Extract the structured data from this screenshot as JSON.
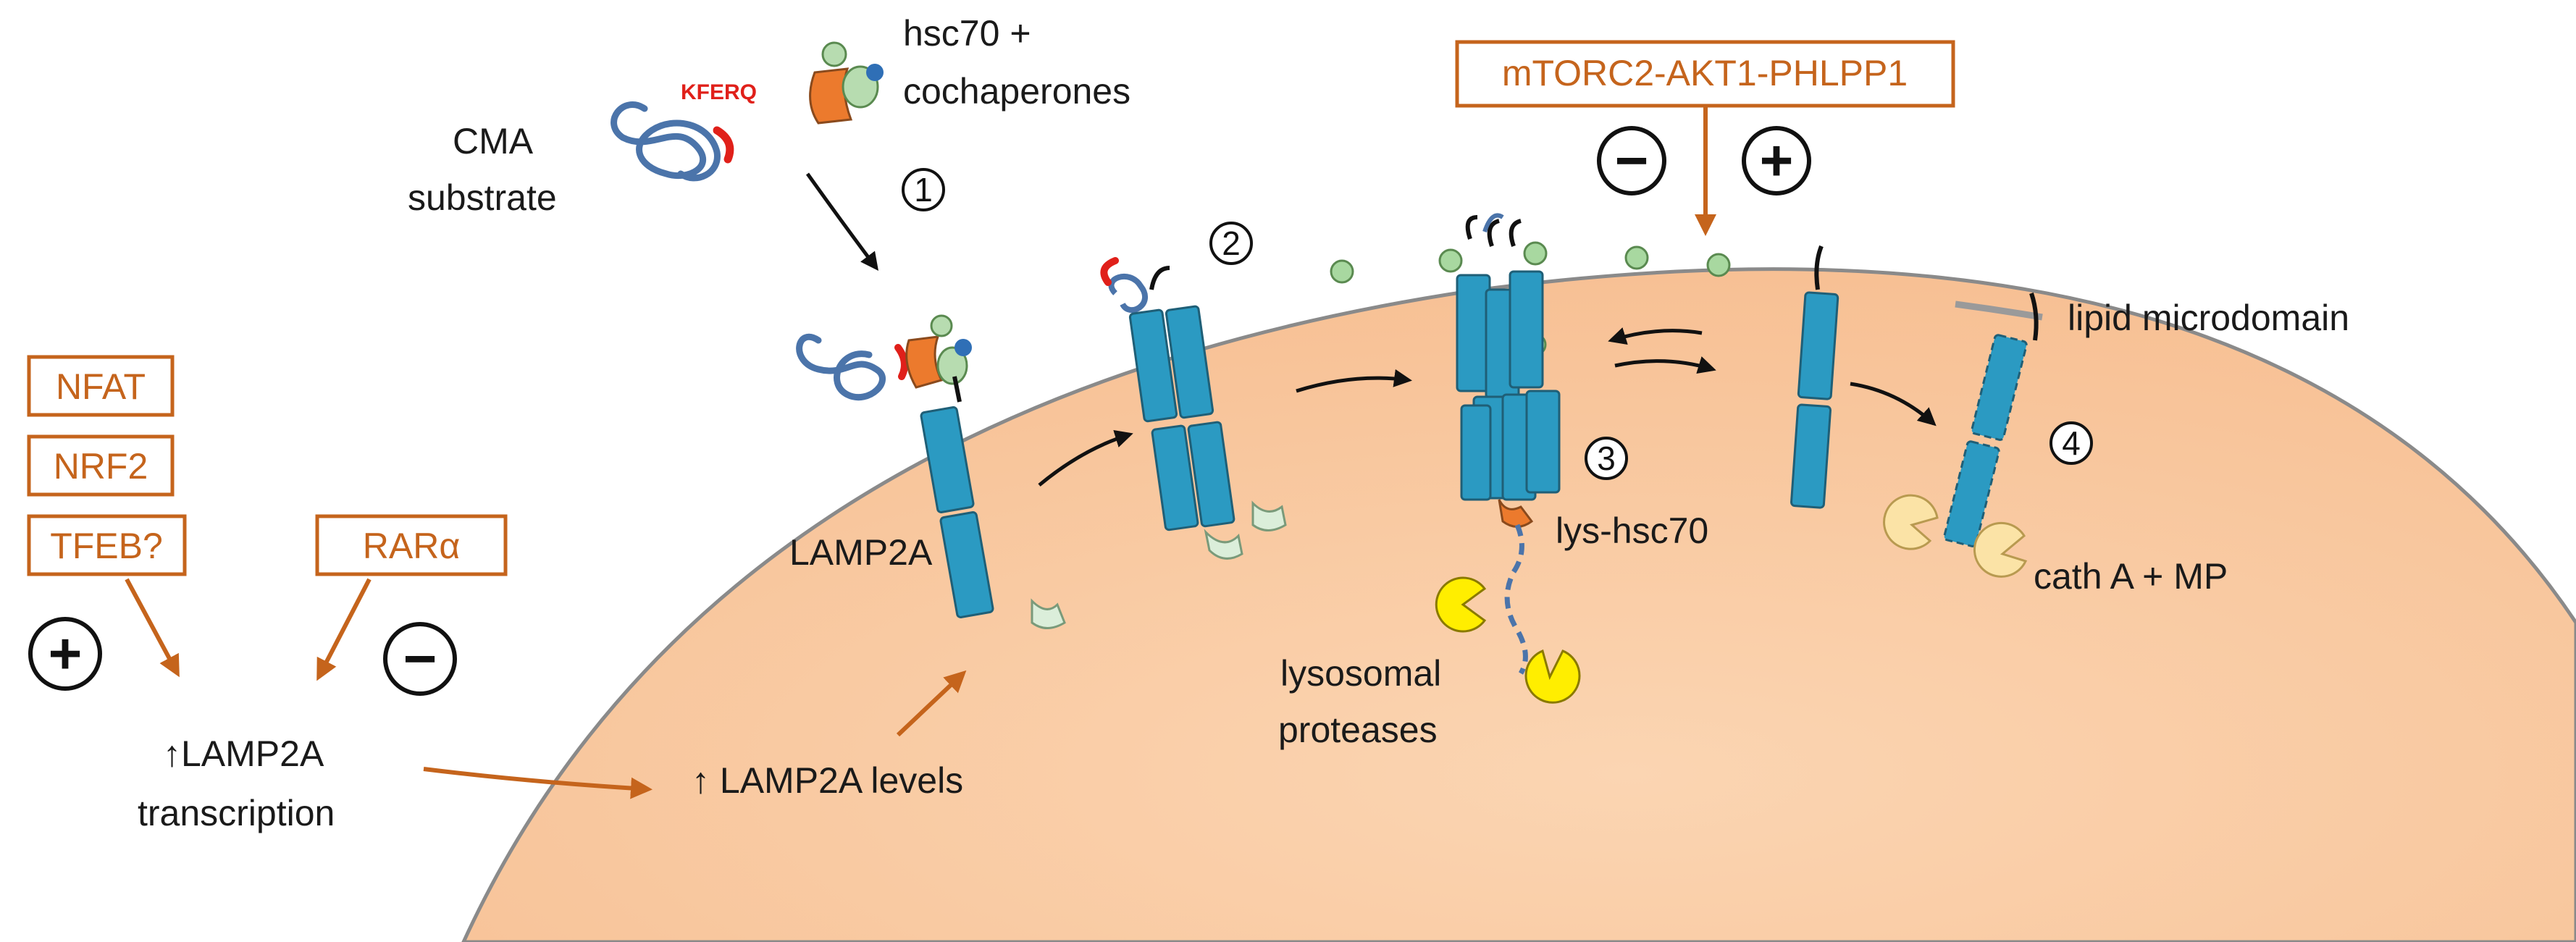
{
  "colors": {
    "lysosome_fill": "#f9c9a0",
    "lamp2a_blue": "#2b9ac2",
    "regulator_orange": "#c5641c",
    "kferq_red": "#e0201a",
    "protease_yellow": "#ffee00",
    "cathepsin_pale": "#fbe3a6",
    "chaperone_orange": "#ec7a2d",
    "chaperone_green": "#b7dcb0",
    "chaperone_blue": "#2f6fb6",
    "substrate_blue": "#4b74aa"
  },
  "labels": {
    "cma_substrate_1": "CMA",
    "cma_substrate_2": "substrate",
    "kferq": "KFERQ",
    "hsc70_1": "hsc70 +",
    "hsc70_2": "cochaperones",
    "lamp2a": "LAMP2A",
    "lys_hsc70": "lys-hsc70",
    "lysosomal_1": "lysosomal",
    "lysosomal_2": "proteases",
    "lipid_microdomain": "lipid microdomain",
    "cath_mp": "cath A + MP",
    "lamp2a_levels": "↑ LAMP2A levels",
    "transcription_1": "↑LAMP2A",
    "transcription_2": "transcription"
  },
  "steps": [
    "1",
    "2",
    "3",
    "4"
  ],
  "signs": {
    "plus": "+",
    "minus": "−"
  },
  "regulators": {
    "positive": [
      "NFAT",
      "NRF2",
      "TFEB?"
    ],
    "negative": "RARα",
    "membrane": "mTORC2-AKT1-PHLPP1"
  }
}
